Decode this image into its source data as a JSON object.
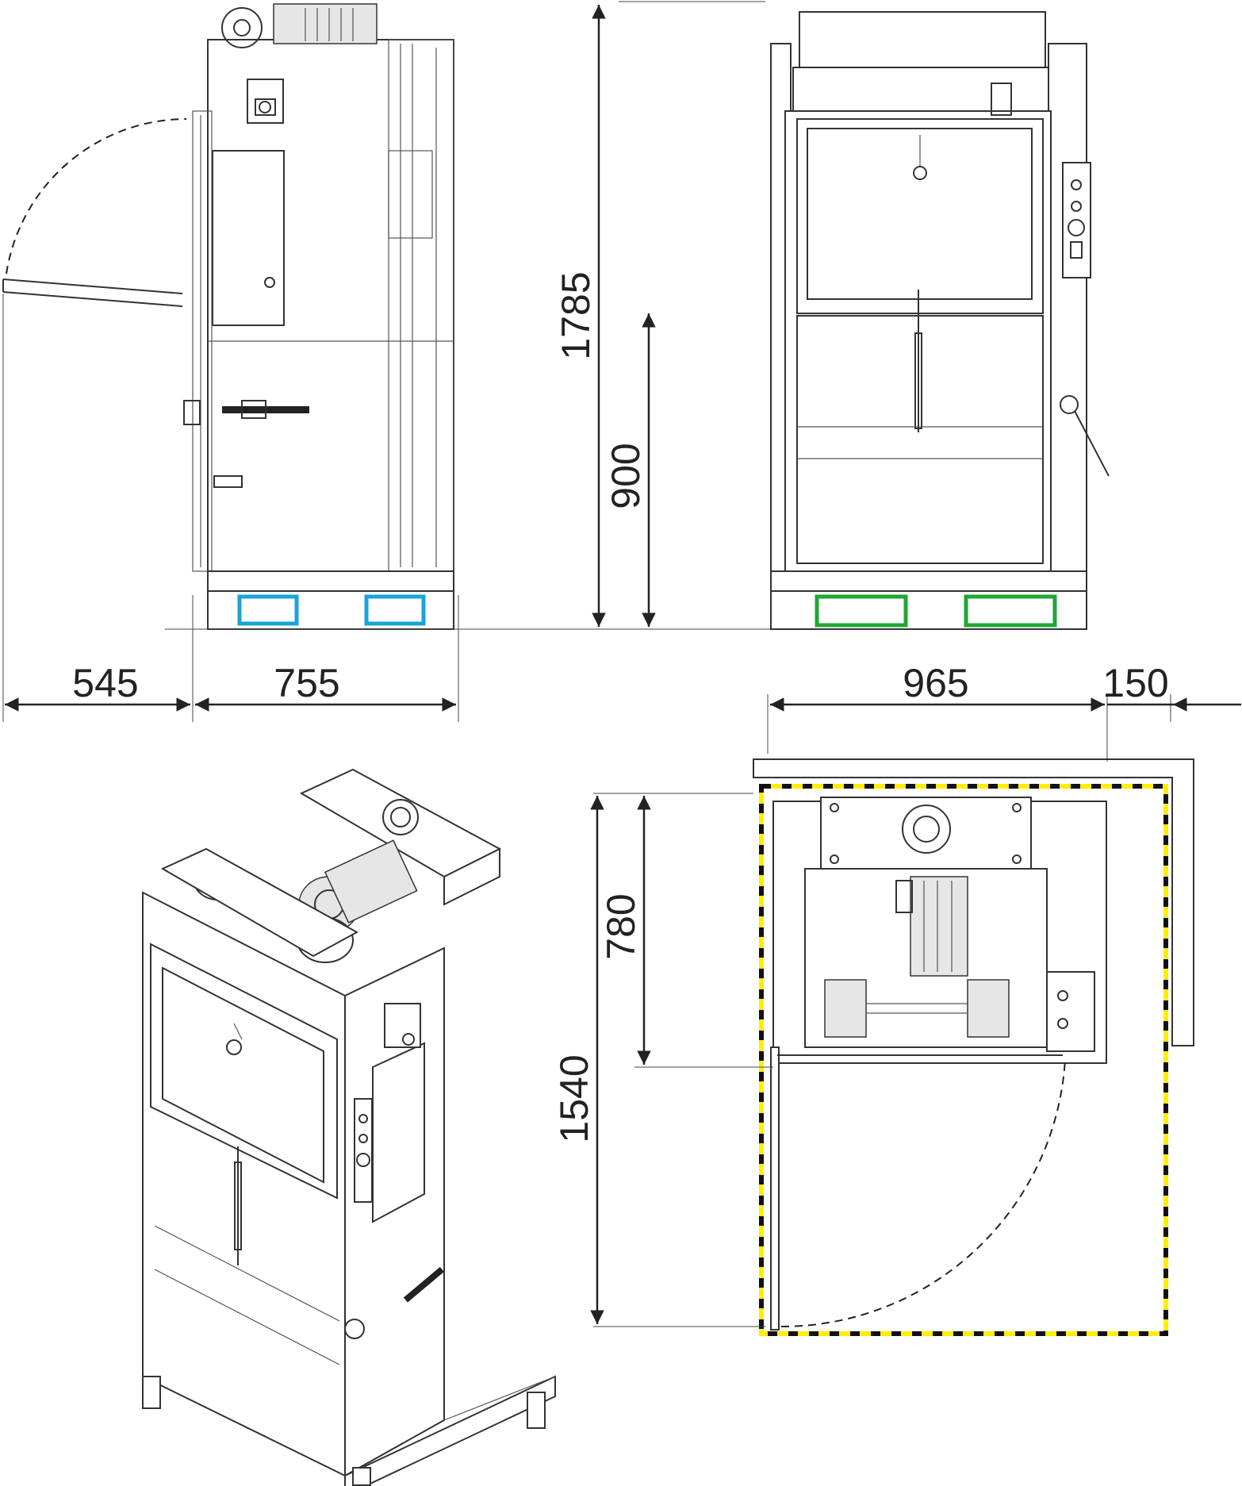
{
  "dimensions": {
    "total_height": "1785",
    "door_height": "900",
    "door_swing_depth": "545",
    "machine_depth": "755",
    "machine_width": "965",
    "side_clearance": "150",
    "footprint_depth": "780",
    "door_open_depth": "1540"
  },
  "colors": {
    "pallet_slot_side": "#1aa3d9",
    "pallet_slot_front": "#22a636",
    "safety_zone": "#ffee00",
    "line": "#333333"
  }
}
